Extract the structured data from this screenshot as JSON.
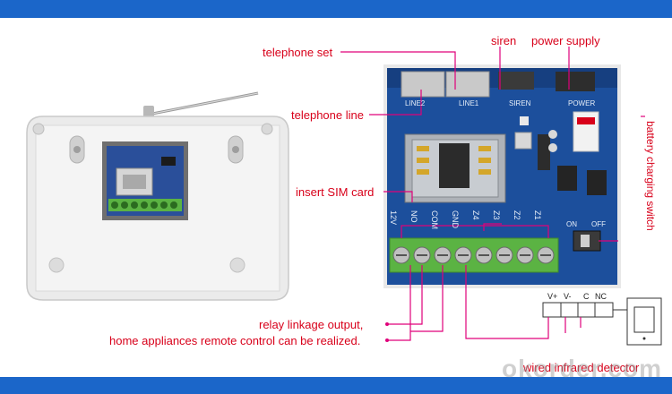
{
  "labels": {
    "telephone_set": "telephone set",
    "siren": "siren",
    "power_supply": "power supply",
    "telephone_line": "telephone line",
    "insert_sim": "insert SIM card",
    "battery_switch": "battery charging switch",
    "relay_output": "relay linkage output,",
    "home_appliances": "home appliances remote control can be realized.",
    "wired_detector": "wired infrared detector"
  },
  "board": {
    "line2": "LINE2",
    "line1": "LINE1",
    "siren": "SIREN",
    "power": "POWER",
    "on": "ON",
    "off": "OFF",
    "terminals": [
      "12V",
      "NO",
      "COM",
      "GND",
      "Z4",
      "Z3",
      "Z2",
      "Z1"
    ]
  },
  "detector": {
    "terminals": [
      "V+",
      "V-",
      "C",
      "NC"
    ]
  },
  "watermark": "okorder.com",
  "colors": {
    "band": "#1b66c9",
    "label": "#d8001a",
    "wire": "#e0007a",
    "board": "#1c4f9c",
    "terminal": "#5bb343"
  }
}
